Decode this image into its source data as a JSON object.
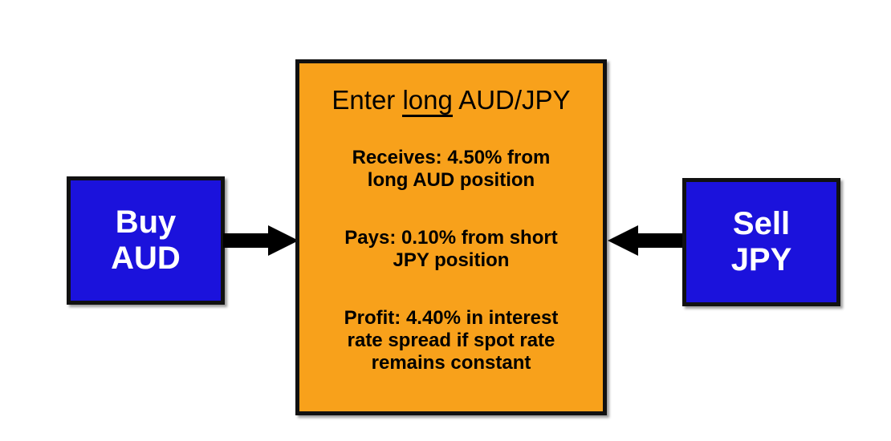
{
  "diagram": {
    "left_box": {
      "line1": "Buy",
      "line2": "AUD"
    },
    "right_box": {
      "line1": "Sell",
      "line2": "JPY"
    },
    "center_box": {
      "title": {
        "pre": "Enter",
        "underline": "long",
        "post": "AUD/JPY"
      },
      "receives": {
        "line1": "Receives: 4.50% from",
        "line2": "long AUD position"
      },
      "pays": {
        "line1": "Pays: 0.10% from short",
        "line2": "JPY position"
      },
      "profit": {
        "line1": "Profit: 4.40% in interest",
        "line2": "rate spread if spot rate",
        "line3": "remains constant"
      }
    },
    "colors": {
      "box_blue": "#1B12DC",
      "box_orange": "#F8A11B",
      "border_black": "#111111",
      "arrow_black": "#000000",
      "text_light": "#FFFFFF",
      "text_dark": "#000000"
    }
  }
}
